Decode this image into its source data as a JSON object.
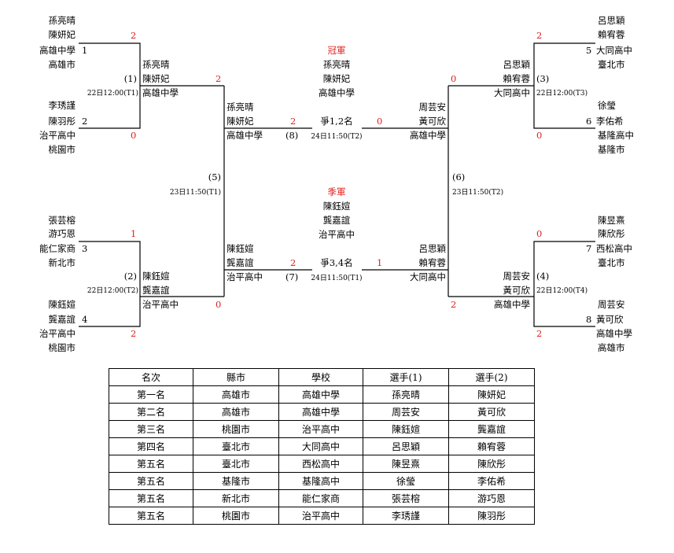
{
  "bracket": {
    "entries": [
      {
        "seed": "1",
        "players": [
          "孫亮晴",
          "陳妍妃"
        ],
        "school": "高雄中學",
        "city": "高雄市"
      },
      {
        "seed": "2",
        "players": [
          "李琇謹",
          "陳羽彤"
        ],
        "school": "治平高中",
        "city": "桃園市"
      },
      {
        "seed": "3",
        "players": [
          "張芸榕",
          "游巧恩"
        ],
        "school": "能仁家商",
        "city": "新北市"
      },
      {
        "seed": "4",
        "players": [
          "陳鈺媗",
          "龔嘉誼"
        ],
        "school": "治平高中",
        "city": "桃園市"
      },
      {
        "seed": "5",
        "players": [
          "呂思穎",
          "賴宥蓉"
        ],
        "school": "大同高中",
        "city": "臺北市"
      },
      {
        "seed": "6",
        "players": [
          "徐瑩",
          "李佑希"
        ],
        "school": "基隆高中",
        "city": "基隆市"
      },
      {
        "seed": "7",
        "players": [
          "陳昱熹",
          "陳欣彤"
        ],
        "school": "西松高中",
        "city": "臺北市"
      },
      {
        "seed": "8",
        "players": [
          "周芸安",
          "黃可欣"
        ],
        "school": "高雄中學",
        "city": "高雄市"
      }
    ],
    "first_round_scores": {
      "e1": "2",
      "e2": "0",
      "e3": "1",
      "e4": "2",
      "e5": "2",
      "e6": "0",
      "e7": "0",
      "e8": "2"
    },
    "matches": {
      "m1": {
        "label": "(1)",
        "time": "22日12:00(T1)"
      },
      "m2": {
        "label": "(2)",
        "time": "22日12:00(T2)"
      },
      "m3": {
        "label": "(3)",
        "time": "22日12:00(T3)"
      },
      "m4": {
        "label": "(4)",
        "time": "22日12:00(T4)"
      },
      "m5": {
        "label": "(5)",
        "time": "23日11:50(T1)"
      },
      "m6": {
        "label": "(6)",
        "time": "23日11:50(T2)"
      },
      "m7": {
        "label": "(7)",
        "time": "24日11:50(T1)"
      },
      "m8": {
        "label": "(8)",
        "time": "24日11:50(T2)"
      }
    },
    "round2": {
      "w1": {
        "players": [
          "孫亮晴",
          "陳妍妃"
        ],
        "school": "高雄中學",
        "score": "2"
      },
      "w2": {
        "players": [
          "陳鈺媗",
          "龔嘉誼"
        ],
        "school": "治平高中",
        "score": "0"
      },
      "w3": {
        "players": [
          "呂思穎",
          "賴宥蓉"
        ],
        "school": "大同高中",
        "score": "0"
      },
      "w4": {
        "players": [
          "周芸安",
          "黃可欣"
        ],
        "school": "高雄中學",
        "score": "2"
      }
    },
    "final": {
      "left": {
        "players": [
          "孫亮晴",
          "陳妍妃"
        ],
        "school": "高雄中學",
        "score": "2"
      },
      "right": {
        "players": [
          "周芸安",
          "黃可欣"
        ],
        "school": "高雄中學",
        "score": "0"
      },
      "label": "爭1,2名"
    },
    "third_place": {
      "left": {
        "players": [
          "陳鈺媗",
          "龔嘉誼"
        ],
        "school": "治平高中",
        "score": "2"
      },
      "right": {
        "players": [
          "呂思穎",
          "賴宥蓉"
        ],
        "school": "大同高中",
        "score": "1"
      },
      "label": "爭3,4名"
    },
    "champion": {
      "title": "冠軍",
      "players": [
        "孫亮晴",
        "陳妍妃"
      ],
      "school": "高雄中學"
    },
    "third": {
      "title": "季軍",
      "players": [
        "陳鈺媗",
        "龔嘉誼"
      ],
      "school": "治平高中"
    }
  },
  "results_table": {
    "headers": [
      "名次",
      "縣市",
      "學校",
      "選手(1)",
      "選手(2)"
    ],
    "rows": [
      [
        "第一名",
        "高雄市",
        "高雄中學",
        "孫亮晴",
        "陳妍妃"
      ],
      [
        "第二名",
        "高雄市",
        "高雄中學",
        "周芸安",
        "黃可欣"
      ],
      [
        "第三名",
        "桃園市",
        "治平高中",
        "陳鈺媗",
        "龔嘉誼"
      ],
      [
        "第四名",
        "臺北市",
        "大同高中",
        "呂思穎",
        "賴宥蓉"
      ],
      [
        "第五名",
        "臺北市",
        "西松高中",
        "陳昱熹",
        "陳欣彤"
      ],
      [
        "第五名",
        "基隆市",
        "基隆高中",
        "徐瑩",
        "李佑希"
      ],
      [
        "第五名",
        "新北市",
        "能仁家商",
        "張芸榕",
        "游巧恩"
      ],
      [
        "第五名",
        "桃園市",
        "治平高中",
        "李琇謹",
        "陳羽彤"
      ]
    ]
  },
  "colors": {
    "score": "#e0201c",
    "line": "#000000"
  }
}
